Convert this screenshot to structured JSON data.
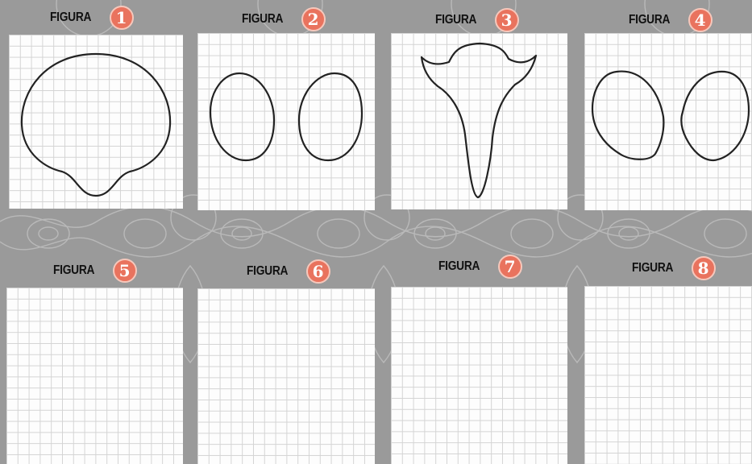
{
  "figures": [
    {
      "label": "FIGURA",
      "number": "1"
    },
    {
      "label": "FIGURA",
      "number": "2"
    },
    {
      "label": "FIGURA",
      "number": "3"
    },
    {
      "label": "FIGURA",
      "number": "4"
    },
    {
      "label": "FIGURA",
      "number": "5"
    },
    {
      "label": "FIGURA",
      "number": "6"
    },
    {
      "label": "FIGURA",
      "number": "7"
    },
    {
      "label": "FIGURA",
      "number": "8"
    }
  ],
  "colors": {
    "background": "#9a9a9a",
    "badge": "#e9735e",
    "grid_line": "#d4d4d4",
    "outline": "#222222"
  }
}
